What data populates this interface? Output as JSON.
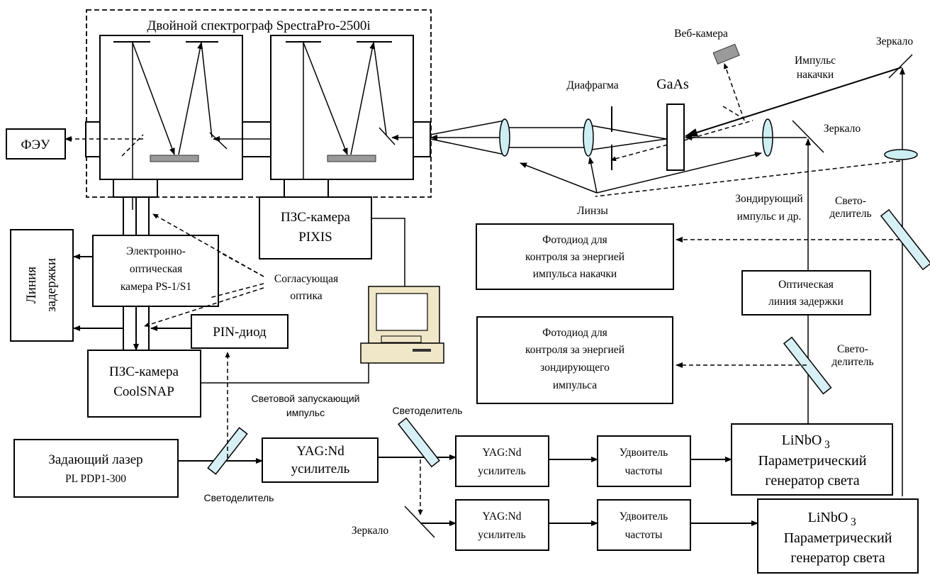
{
  "labels": {
    "spectrograph_title": "Двойной спектрограф SpectraPro-2500i",
    "webcam": "Веб-камера",
    "mirror_top": "Зеркало",
    "pump_pulse_1": "Импульс",
    "pump_pulse_2": "накачки",
    "diaphragm": "Диафрагма",
    "gaas": "GaAs",
    "mirror_mid": "Зеркало",
    "feu": "ФЭУ",
    "lenses": "Линзы",
    "probe_pulse_1": "Зондирующий",
    "probe_pulse_2": "импульс и др.",
    "splitter_right_1": "Свето-",
    "splitter_right_2": "делитель",
    "ccd_pixis_1": "ПЗС-камера",
    "ccd_pixis_2": "PIXIS",
    "delay_line_1": "Линия",
    "delay_line_2": "задержки",
    "streak_1": "Электронно-",
    "streak_2": "оптическая",
    "streak_3": "камера PS-1/S1",
    "matching_optics_1": "Согласующая",
    "matching_optics_2": "оптика",
    "photodiode_pump_1": "Фотодиод для",
    "photodiode_pump_2": "контроля за энергией",
    "photodiode_pump_3": "импульса накачки",
    "optical_delay_1": "Оптическая",
    "optical_delay_2": "линия задержки",
    "pin_diode": "PIN-диод",
    "photodiode_probe_1": "Фотодиод для",
    "photodiode_probe_2": "контроля за энергией",
    "photodiode_probe_3": "зондирующего",
    "photodiode_probe_4": "импульса",
    "splitter_mid_1": "Свето-",
    "splitter_mid_2": "делитель",
    "ccd_coolsnap_1": "ПЗС-камера",
    "ccd_coolsnap_2": "CoolSNAP",
    "trigger_1": "Световой запускающий",
    "trigger_2": "импульс",
    "splitter_bottom": "Светоделитель",
    "master_laser_1": "Задающий лазер",
    "master_laser_2": "PL PDP1-300",
    "yag_amp1_1": "YAG:Nd",
    "yag_amp1_2": "усилитель",
    "splitter_left": "Светоделитель",
    "yag_amp2_1": "YAG:Nd",
    "yag_amp2_2": "усилитель",
    "doubler1_1": "Удвоитель",
    "doubler1_2": "частоты",
    "opo1_1": "LiNbO",
    "opo1_sub": "3",
    "opo1_2": "Параметрический",
    "opo1_3": "генератор света",
    "mirror_bottom": "Зеркало",
    "yag_amp3_1": "YAG:Nd",
    "yag_amp3_2": "усилитель",
    "doubler2_1": "Удвоитель",
    "doubler2_2": "частоты",
    "opo2_1": "LiNbO",
    "opo2_sub": "3",
    "opo2_2": "Параметрический",
    "opo2_3": "генератор света"
  },
  "colors": {
    "lens_fill": "#cdeff3",
    "splitter_fill": "#d7f0f6",
    "grating_fill": "#9a9a9a"
  }
}
